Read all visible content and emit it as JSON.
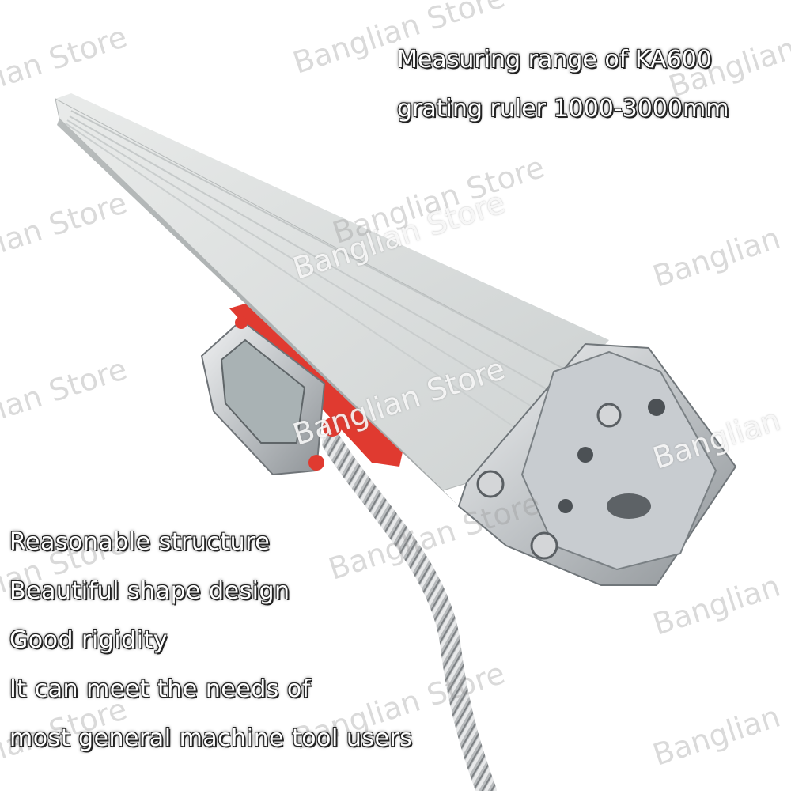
{
  "headline": {
    "line1": "Measuring range of KA600",
    "line2": "grating ruler 1000-3000mm"
  },
  "features": [
    "Reasonable structure",
    "Beautiful shape design",
    "Good rigidity",
    "It can meet the needs of",
    "most general machine tool users"
  ],
  "watermark": "Banglian Store",
  "watermark_partial": "lian Store",
  "watermark_banglian": "Banglian",
  "colors": {
    "profile": "#dfe2e2",
    "red_parts": "#e03a30",
    "steel": "#c9ccce",
    "caption_text": "#ffffff"
  }
}
